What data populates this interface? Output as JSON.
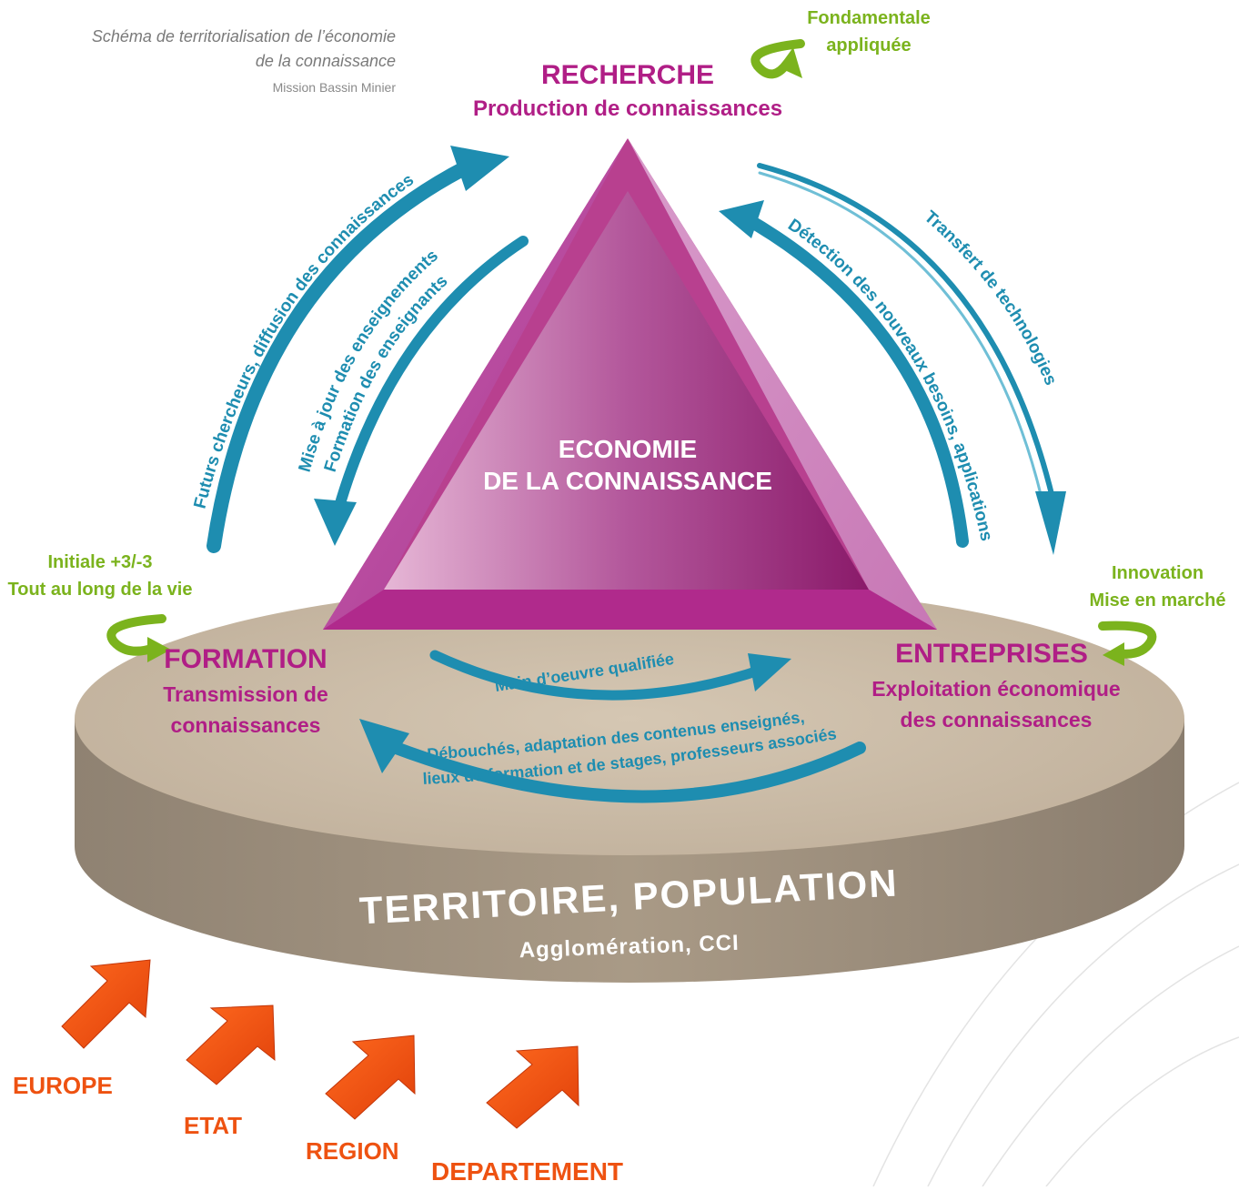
{
  "header": {
    "caption_line1": "Schéma de territorialisation de l’économie",
    "caption_line2": "de la connaissance",
    "caption_author": "Mission Bassin Minier"
  },
  "pillars": {
    "recherche": {
      "title": "RECHERCHE",
      "subtitle": "Production de connaissances"
    },
    "formation": {
      "title": "FORMATION",
      "subtitle_line1": "Transmission de",
      "subtitle_line2": "connaissances"
    },
    "entreprises": {
      "title": "ENTREPRISES",
      "subtitle_line1": "Exploitation économique",
      "subtitle_line2": "des connaissances"
    }
  },
  "center": {
    "line1": "ECONOMIE",
    "line2": "DE LA CONNAISSANCE"
  },
  "loops": {
    "recherche_line1": "Fondamentale",
    "recherche_line2": "appliquée",
    "formation_line1": "Initiale +3/-3",
    "formation_line2": "Tout au long de la vie",
    "entreprises_line1": "Innovation",
    "entreprises_line2": "Mise en marché"
  },
  "flows": {
    "futurs_chercheurs": "Futurs chercheurs, diffusion des connaissances",
    "mise_a_jour": "Mise à jour des enseignements",
    "formation_enseignants": "Formation des enseignants",
    "detection": "Détection des nouveaux besoins, applications",
    "transfert": "Transfert de technologies",
    "main_oeuvre": "Main d’oeuvre qualifiée",
    "debouches_line1": "Débouchés, adaptation des contenus enseignés,",
    "debouches_line2": "lieux de formation et de stages, professeurs associés"
  },
  "base": {
    "title": "TERRITOIRE, POPULATION",
    "subtitle": "Agglomération, CCI"
  },
  "funders": [
    "EUROPE",
    "ETAT",
    "REGION",
    "DEPARTEMENT"
  ],
  "colors": {
    "magenta": "#b01e86",
    "teal": "#1a8fb0",
    "green": "#7bb31d",
    "orange": "#ee5211",
    "disc_top": "#cbbba6",
    "disc_side": "#9a8c7a"
  }
}
